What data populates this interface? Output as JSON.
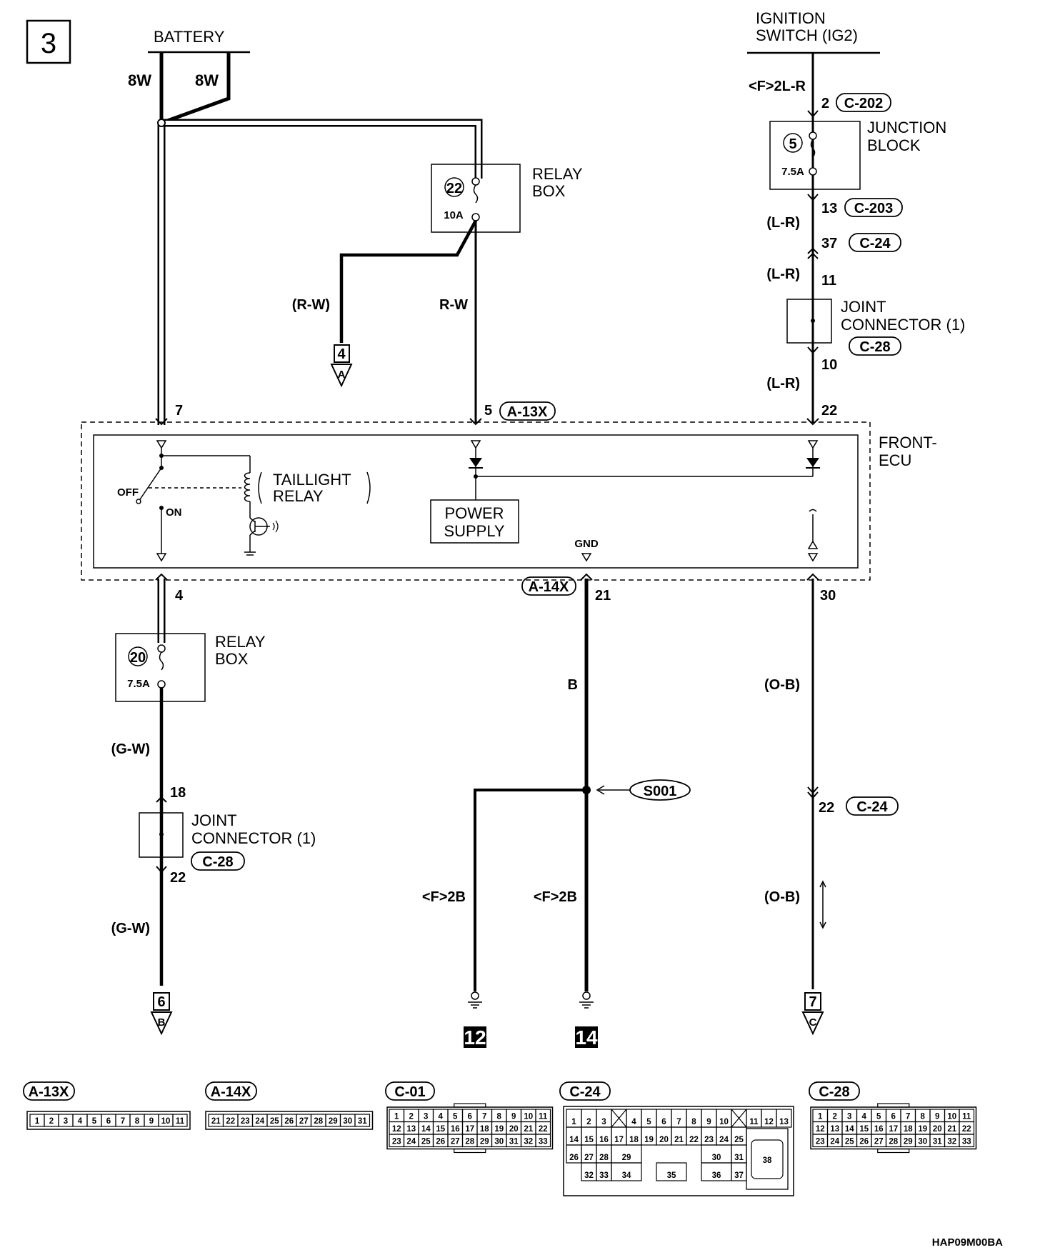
{
  "page_number": "3",
  "battery": {
    "label": "BATTERY",
    "wire_left": "8W",
    "wire_right": "8W"
  },
  "relay_box_top": {
    "label1": "RELAY",
    "label2": "BOX",
    "fuse_no": "22",
    "rating": "10A"
  },
  "relay_box_top_outputs": {
    "left_wire": "(R-W)",
    "right_wire": "R-W"
  },
  "ignition": {
    "label1": "IGNITION",
    "label2": "SWITCH (IG2)",
    "wire": "<F>2L-R",
    "pin": "2",
    "connector": "C-202"
  },
  "junction_block": {
    "label1": "JUNCTION",
    "label2": "BLOCK",
    "fuse_no": "5",
    "rating": "7.5A"
  },
  "jb_out": {
    "pin13": "13",
    "conn13": "C-203",
    "wire1": "(L-R)",
    "pin37": "37",
    "conn37": "C-24",
    "wire2": "(L-R)",
    "pin11": "11"
  },
  "joint_connector_top": {
    "label1": "JOINT",
    "label2": "CONNECTOR (1)",
    "connector": "C-28",
    "pin10": "10",
    "wire": "(L-R)",
    "pin22": "22"
  },
  "link_a": {
    "num": "4",
    "letter": "A"
  },
  "ecu": {
    "label1": "FRONT-",
    "label2": "ECU",
    "pin7": "7",
    "pin5": "5",
    "conn5": "A-13X",
    "relay_label1": "TAILLIGHT",
    "relay_label2": "RELAY",
    "sw_off": "OFF",
    "sw_on": "ON",
    "psu_label1": "POWER",
    "psu_label2": "SUPPLY",
    "gnd": "GND",
    "pin4": "4",
    "pin21": "21",
    "conn21": "A-14X",
    "pin30": "30"
  },
  "relay_box_bottom": {
    "label1": "RELAY",
    "label2": "BOX",
    "fuse_no": "20",
    "rating": "7.5A"
  },
  "left_bottom": {
    "wire1": "(G-W)",
    "pin18": "18",
    "jc_label1": "JOINT",
    "jc_label2": "CONNECTOR (1)",
    "jc_conn": "C-28",
    "pin22": "22",
    "wire2": "(G-W)"
  },
  "link_b": {
    "num": "6",
    "letter": "B"
  },
  "ground_mid": {
    "wire_b": "B",
    "splice": "S001",
    "wire_left": "<F>2B",
    "wire_right": "<F>2B",
    "ground_left": "12",
    "ground_right": "14"
  },
  "right_bottom": {
    "wire1": "(O-B)",
    "pin22": "22",
    "conn": "C-24",
    "wire2": "(O-B)"
  },
  "link_c": {
    "num": "7",
    "letter": "C"
  },
  "connectors": {
    "a13x": {
      "name": "A-13X",
      "pins": [
        "1",
        "2",
        "3",
        "4",
        "5",
        "6",
        "7",
        "8",
        "9",
        "10",
        "11"
      ]
    },
    "a14x": {
      "name": "A-14X",
      "pins": [
        "21",
        "22",
        "23",
        "24",
        "25",
        "26",
        "27",
        "28",
        "29",
        "30",
        "31"
      ]
    },
    "c01": {
      "name": "C-01",
      "rows": [
        [
          "1",
          "2",
          "3",
          "4",
          "5",
          "6",
          "7",
          "8",
          "9",
          "10",
          "11"
        ],
        [
          "12",
          "13",
          "14",
          "15",
          "16",
          "17",
          "18",
          "19",
          "20",
          "21",
          "22"
        ],
        [
          "23",
          "24",
          "25",
          "26",
          "27",
          "28",
          "29",
          "30",
          "31",
          "32",
          "33"
        ]
      ]
    },
    "c24": {
      "name": "C-24",
      "row1": [
        "1",
        "2",
        "3",
        "",
        "4",
        "5",
        "6",
        "7",
        "8",
        "9",
        "10",
        "",
        "11",
        "12",
        "13"
      ],
      "row2": [
        "14",
        "15",
        "16",
        "17",
        "18",
        "19",
        "20",
        "21",
        "22",
        "23",
        "24",
        "25"
      ],
      "row3": [
        "26",
        "27",
        "28",
        "29",
        "30",
        "31"
      ],
      "row4": [
        "32",
        "33",
        "34",
        "35",
        "36",
        "37"
      ],
      "side": "38"
    },
    "c28": {
      "name": "C-28",
      "rows": [
        [
          "1",
          "2",
          "3",
          "4",
          "5",
          "6",
          "7",
          "8",
          "9",
          "10",
          "11"
        ],
        [
          "12",
          "13",
          "14",
          "15",
          "16",
          "17",
          "18",
          "19",
          "20",
          "21",
          "22"
        ],
        [
          "23",
          "24",
          "25",
          "26",
          "27",
          "28",
          "29",
          "30",
          "31",
          "32",
          "33"
        ]
      ]
    }
  },
  "figure_code": "HAP09M00BA"
}
